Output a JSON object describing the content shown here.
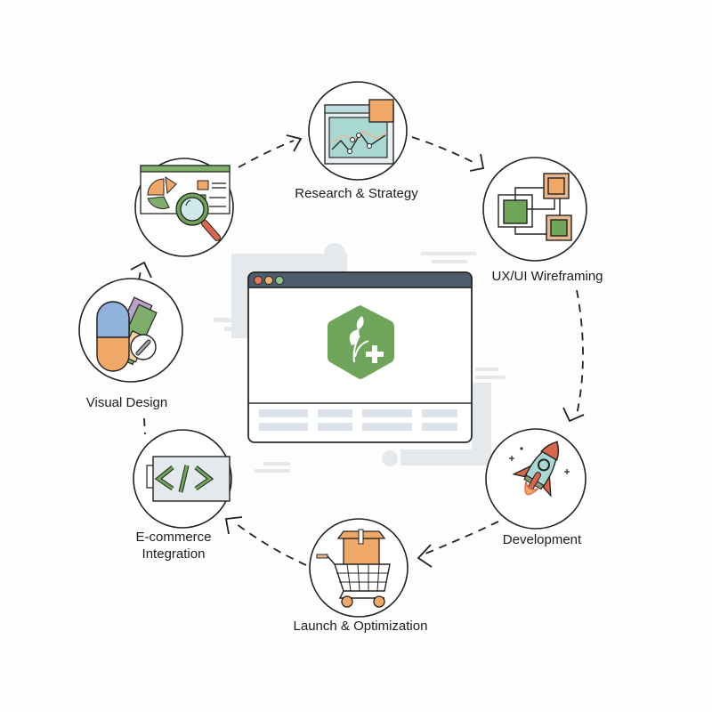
{
  "diagram": {
    "type": "cycle",
    "center": {
      "label": "website-window",
      "window_dots": [
        "#e8775a",
        "#f2b36b",
        "#8fc48a"
      ],
      "titlebar_color": "#4e5d6c",
      "logo": "leaf-plus-hexagon",
      "logo_color": "#6ea55a"
    },
    "steps": [
      {
        "id": "research",
        "label": "Research & Strategy",
        "icon": "analytics-window-icon"
      },
      {
        "id": "wireframing",
        "label": "UX/UI Wireframing",
        "icon": "wireframe-blocks-icon"
      },
      {
        "id": "development",
        "label": "Development",
        "icon": "rocket-icon"
      },
      {
        "id": "launch",
        "label": "Launch & Optimization",
        "icon": "shopping-cart-box-icon"
      },
      {
        "id": "ecommerce",
        "label_line1": "E-commerce",
        "label_line2": "Integration",
        "icon": "code-brackets-icon"
      },
      {
        "id": "visual",
        "label": "Visual Design",
        "icon": "pill-swatches-icon"
      },
      {
        "id": "discovery",
        "label": "",
        "icon": "magnifier-report-icon"
      }
    ],
    "colors": {
      "orange": "#f0a868",
      "green": "#6ea55a",
      "teal": "#a9d8d3",
      "red": "#d9664a",
      "slate": "#4e5d6c",
      "grey_bg": "#e3e7ea",
      "stroke": "#222222"
    }
  }
}
